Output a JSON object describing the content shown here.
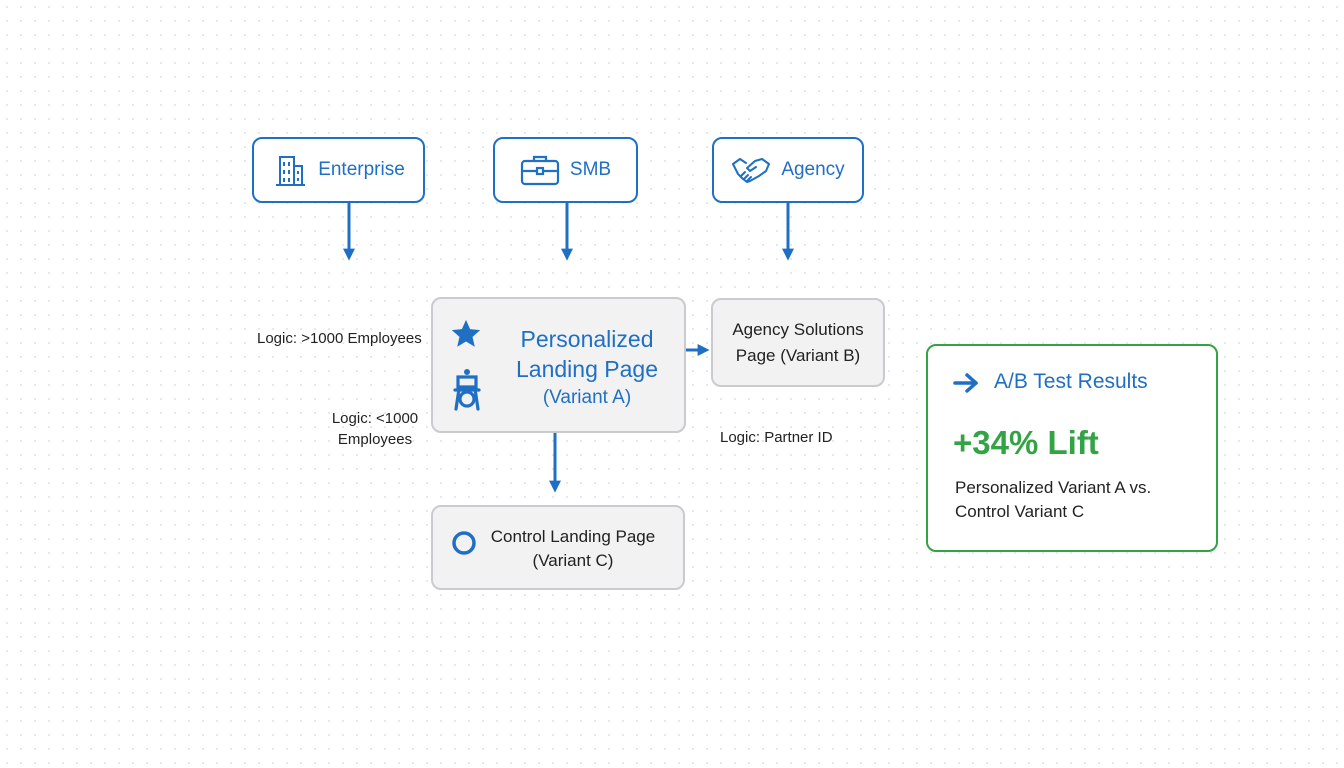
{
  "segments": {
    "enterprise": {
      "label": "Enterprise",
      "icon": "building-icon"
    },
    "smb": {
      "label": "SMB",
      "icon": "briefcase-icon"
    },
    "agency": {
      "label": "Agency",
      "icon": "handshake-icon"
    }
  },
  "logic": {
    "enterprise": "Logic: >1000 Employees",
    "smb_line1": "Logic: <1000",
    "smb_line2": "Employees",
    "agency": "Logic: Partner ID"
  },
  "variant_a": {
    "line1": "Personalized",
    "line2": "Landing Page",
    "line3": "(Variant A)",
    "icons": [
      "star-icon",
      "personalization-icon"
    ]
  },
  "variant_b": {
    "line1": "Agency Solutions",
    "line2": "Page (Variant B)"
  },
  "variant_c": {
    "line1": "Control Landing Page",
    "line2": "(Variant C)",
    "icon": "circle-icon"
  },
  "results": {
    "title": "A/B Test Results",
    "lift": "+34% Lift",
    "desc_line1": "Personalized Variant A vs.",
    "desc_line2": "Control Variant C",
    "icon": "arrow-right-icon"
  },
  "colors": {
    "blue": "#1f6fc5",
    "green": "#34a345",
    "node_fill": "#f2f2f3",
    "node_border": "#c9cbcf"
  }
}
